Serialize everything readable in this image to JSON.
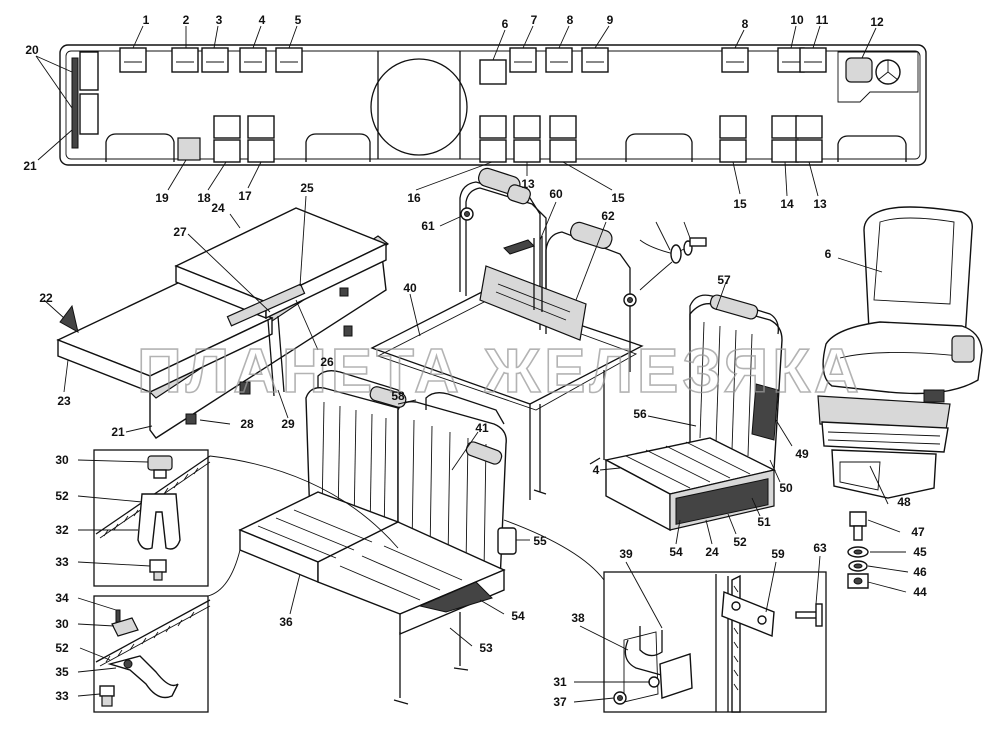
{
  "watermark": "ПЛАНЕТА ЖЕЛЕЗЯКА",
  "callouts": {
    "c1": "1",
    "c2": "2",
    "c3": "3",
    "c4": "4",
    "c5": "5",
    "c6": "6",
    "c7": "7",
    "c8": "8",
    "c9": "9",
    "c8b": "8",
    "c10": "10",
    "c11": "11",
    "c12": "12",
    "c20": "20",
    "c21": "21",
    "c19": "19",
    "c18": "18",
    "c17": "17",
    "c16": "16",
    "c13": "13",
    "c15": "15",
    "c15b": "15",
    "c14": "14",
    "c13b": "13",
    "c25": "25",
    "c24": "24",
    "c27": "27",
    "c22": "22",
    "c23": "23",
    "c26": "26",
    "c21b": "21",
    "c28": "28",
    "c29": "29",
    "c61": "61",
    "c60": "60",
    "c62": "62",
    "c40": "40",
    "c6b": "6",
    "c57": "57",
    "c56": "56",
    "c4b": "4",
    "c49": "49",
    "c50": "50",
    "c51": "51",
    "c48": "48",
    "c58": "58",
    "c41": "41",
    "c55": "55",
    "c54": "54",
    "c24b": "24",
    "c52": "52",
    "c47": "47",
    "c45": "45",
    "c46": "46",
    "c44": "44",
    "c30": "30",
    "c52b": "52",
    "c32": "32",
    "c33": "33",
    "c34": "34",
    "c30b": "30",
    "c52c": "52",
    "c35": "35",
    "c33b": "33",
    "c36": "36",
    "c54b": "54",
    "c53": "53",
    "c39": "39",
    "c59": "59",
    "c63": "63",
    "c38": "38",
    "c31": "31",
    "c37": "37"
  }
}
